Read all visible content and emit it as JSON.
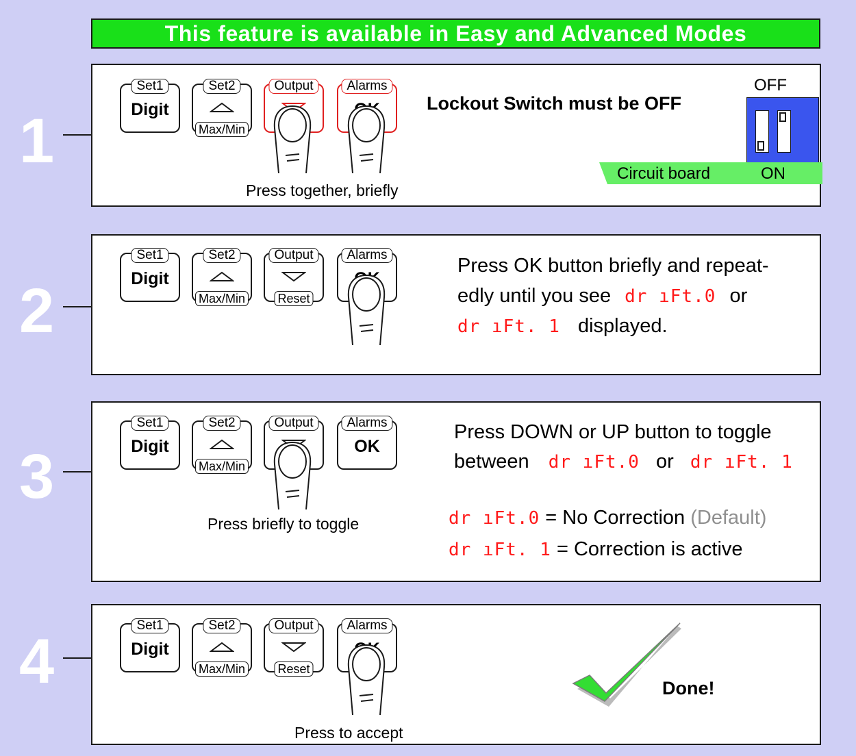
{
  "banner": "This feature is available in Easy and Advanced Modes",
  "keys": {
    "set1": {
      "top": "Set1",
      "main": "Digit"
    },
    "set2": {
      "top": "Set2",
      "bottom": "Max/Min"
    },
    "output": {
      "top": "Output",
      "bottom": "Reset"
    },
    "alarms": {
      "top": "Alarms",
      "main": "OK"
    }
  },
  "step1": {
    "number": "1",
    "caption": "Press together, briefly",
    "lockout": "Lockout Switch must be OFF",
    "switch_off": "OFF",
    "switch_on": "ON",
    "board": "Circuit board"
  },
  "step2": {
    "number": "2",
    "line1": "Press OK button briefly and repeat-",
    "line2_pre": "edly until you see",
    "line2_post": "or",
    "line3_post": "displayed."
  },
  "step3": {
    "number": "3",
    "caption": "Press briefly to toggle",
    "line1": "Press DOWN or UP  button to toggle",
    "line2_pre": "between",
    "line2_mid": "or",
    "def0": "= No Correction",
    "def0_note": "(Default)",
    "def1": "= Correction is active"
  },
  "step4": {
    "number": "4",
    "caption": "Press to accept",
    "done": "Done!"
  },
  "display": {
    "drift0": "dr ıFt.0",
    "drift1": "dr ıFt. 1"
  },
  "colors": {
    "banner": "#19e019",
    "led": "#ff1a1a",
    "switch": "#3a55ee",
    "board": "#66ee66",
    "check": "#33dd33"
  }
}
